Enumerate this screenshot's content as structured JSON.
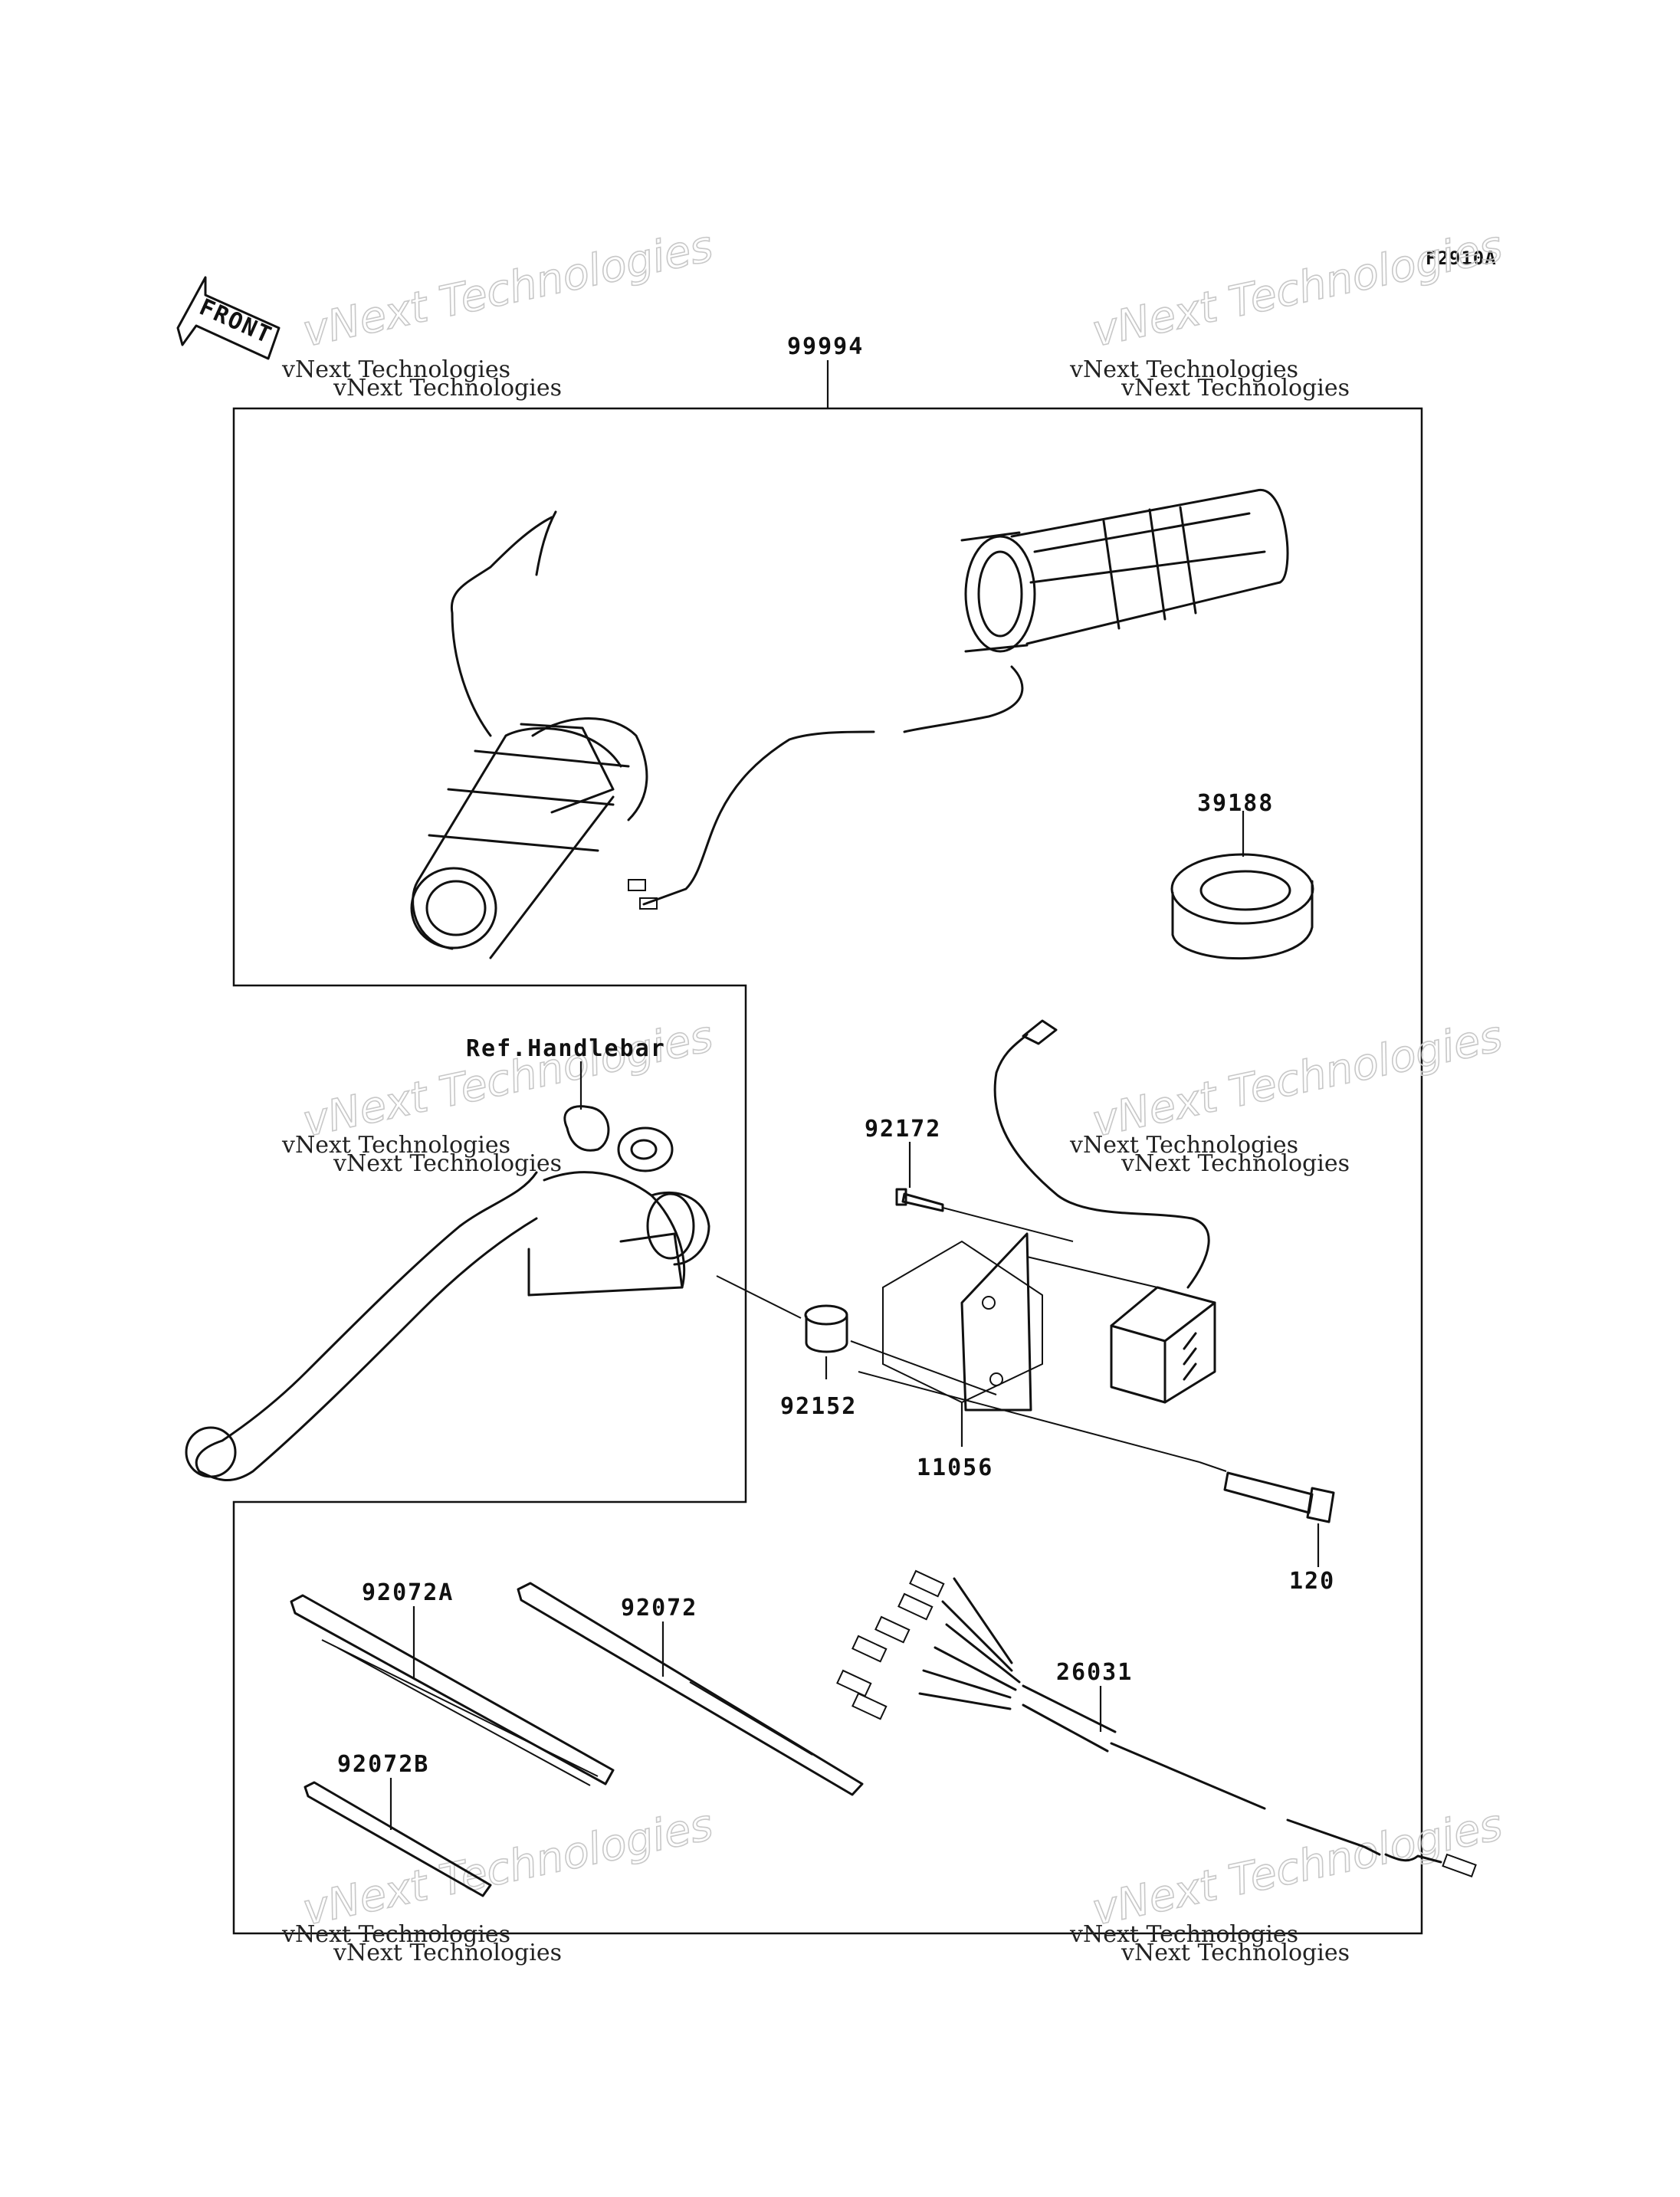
{
  "figure_code": "F2910A",
  "front_label": "FRONT",
  "reference_label": "Ref.Handlebar",
  "watermark_text": "vNext Technologies",
  "parts": [
    {
      "id": "99994",
      "name_label": "99994"
    },
    {
      "id": "39188",
      "name_label": "39188"
    },
    {
      "id": "92172",
      "name_label": "92172"
    },
    {
      "id": "92152",
      "name_label": "92152"
    },
    {
      "id": "11056",
      "name_label": "11056"
    },
    {
      "id": "120",
      "name_label": "120"
    },
    {
      "id": "92072A",
      "name_label": "92072A"
    },
    {
      "id": "92072",
      "name_label": "92072"
    },
    {
      "id": "26031",
      "name_label": "26031"
    },
    {
      "id": "92072B",
      "name_label": "92072B"
    }
  ]
}
